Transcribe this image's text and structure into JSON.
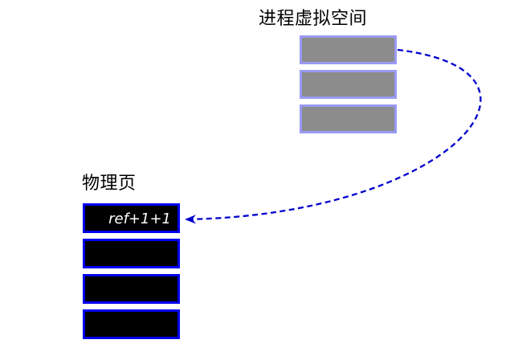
{
  "diagram": {
    "virtual_space": {
      "title": "进程虚拟空间",
      "pages": [
        {
          "label": ""
        },
        {
          "label": ""
        },
        {
          "label": ""
        }
      ]
    },
    "physical_page": {
      "title": "物理页",
      "pages": [
        {
          "label": "ref+1+1"
        },
        {
          "label": ""
        },
        {
          "label": ""
        },
        {
          "label": ""
        }
      ]
    },
    "arrow": {
      "style": "dashed",
      "from": "virtual-page-row-1",
      "to": "physical-page-row-1"
    },
    "colors": {
      "background": "#ffffff",
      "title_text": "#000000",
      "virtual_page_fill": "#8c8c8c",
      "virtual_page_border": "#9a9af5",
      "physical_page_fill": "#000000",
      "physical_page_border": "#0000ee",
      "arrow": "#0000cc",
      "ref_text": "#ffffff"
    }
  }
}
